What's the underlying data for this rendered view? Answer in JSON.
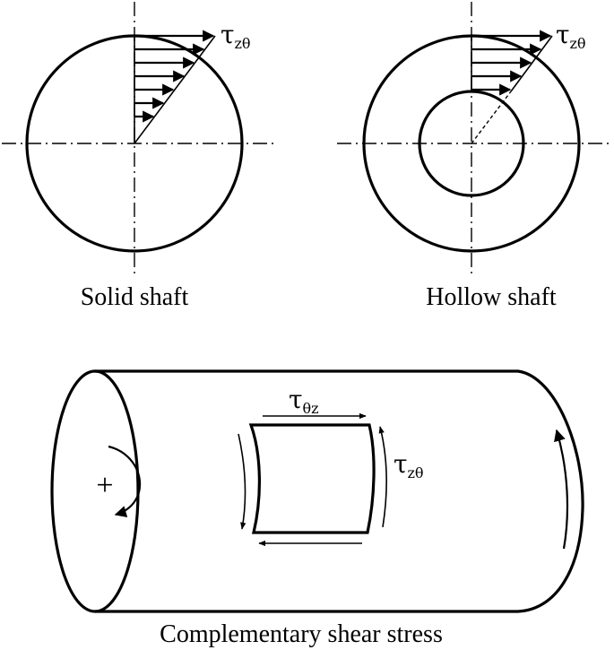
{
  "solid": {
    "caption": "Solid shaft",
    "tau_main": "τ",
    "tau_sub": "zθ"
  },
  "hollow": {
    "caption": "Hollow shaft",
    "tau_main": "τ",
    "tau_sub": "zθ"
  },
  "cylinder": {
    "caption": "Complementary shear stress",
    "plus": "+",
    "tau_top_main": "τ",
    "tau_top_sub": "θz",
    "tau_side_main": "τ",
    "tau_side_sub": "zθ"
  }
}
